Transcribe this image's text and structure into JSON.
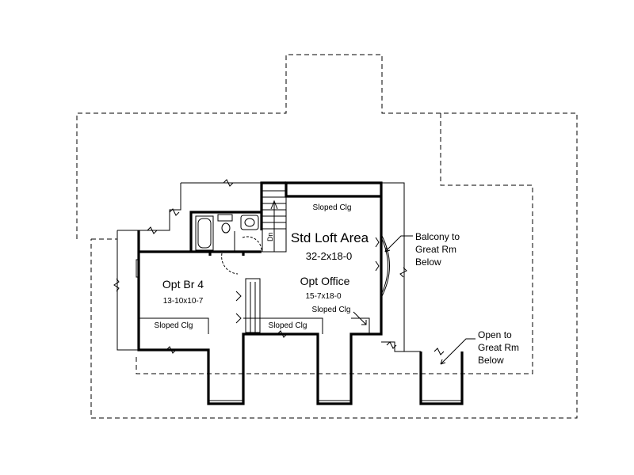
{
  "rooms": {
    "loft": {
      "name": "Std Loft Area",
      "size": "32-2x18-0"
    },
    "office": {
      "name": "Opt Office",
      "size": "15-7x18-0"
    },
    "bedroom": {
      "name": "Opt Br 4",
      "size": "13-10x10-7"
    }
  },
  "ceiling_notes": {
    "top": "Sloped Clg",
    "right": "Sloped Clg",
    "center": "Sloped Clg",
    "left": "Sloped Clg"
  },
  "stair_label": "Dn",
  "balcony_note": [
    "Balcony to",
    "Great Rm",
    "Below"
  ],
  "open_note": [
    "Open to",
    "Great Rm",
    "Below"
  ]
}
